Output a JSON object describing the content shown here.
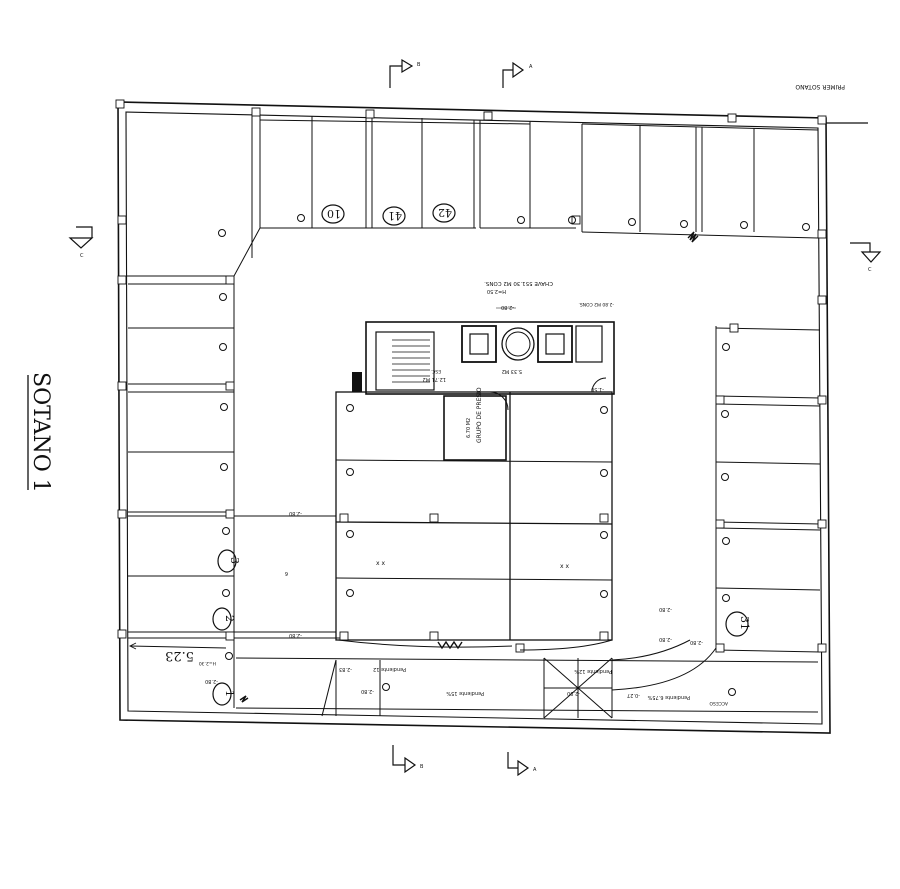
{
  "sheet_label": "PRIMER SOTANO",
  "side_title": "SOTANO 1",
  "section_marks": [
    "B",
    "A",
    "C",
    "C",
    "B",
    "A"
  ],
  "core": {
    "area_label": "CHAVE 551.30 M2 CONS.",
    "height_label": "H=2.50",
    "level_label": "-2.80",
    "ramp_note": "-2.80 M2 CONS.",
    "stair_area": "12.71 M2",
    "stair_word": "ESC.",
    "hall_area": "5.33 M2",
    "transformer_room": "GRUPO DE PRESIO",
    "transformer_area": "6.70 M2"
  },
  "levels": [
    "-2.80",
    "-2.80",
    "-2.80",
    "-2.80",
    "-2.80",
    "-2.80",
    "-2.83",
    "-2.80",
    "-2.90"
  ],
  "circled_numbers": [
    "10",
    "41",
    "42",
    "3",
    "2",
    "1",
    "31"
  ],
  "dimension": {
    "value": "5.23",
    "sub": "H=2.30"
  },
  "ramps": [
    "Pendiente 12",
    "Pendiente 15%",
    "Pendiente 12%",
    "Pendiente 6.75%"
  ],
  "ramp_level": "-0.27",
  "exit_note": "ACCESO",
  "ground_level": "-1.50",
  "parking_mark": "6"
}
